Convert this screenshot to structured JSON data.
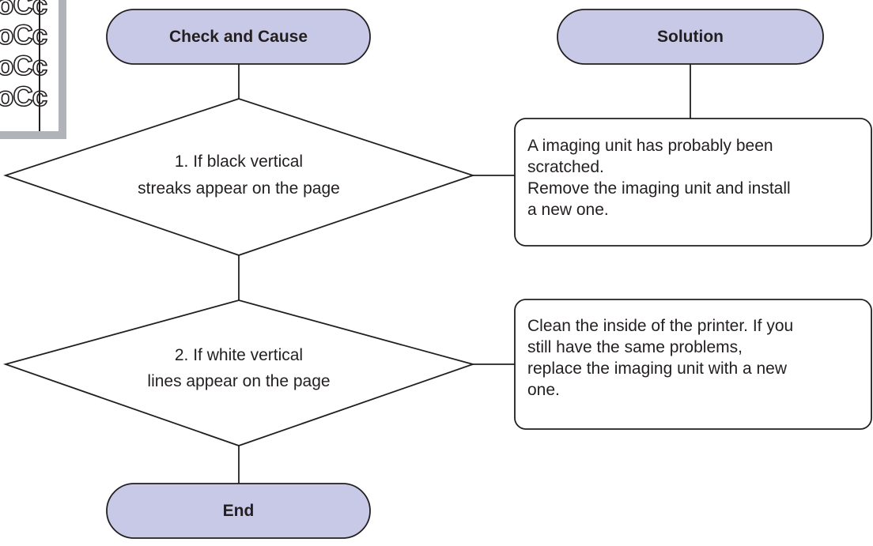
{
  "sample": {
    "lines": [
      "oCc",
      "oCc",
      "oCc",
      "oCc"
    ]
  },
  "headers": {
    "check": "Check and Cause",
    "solution": "Solution"
  },
  "steps": [
    {
      "cause_lines": [
        "1. If black vertical",
        "streaks appear on the page"
      ],
      "solution": [
        "A imaging unit has probably been",
        "scratched.",
        "Remove the imaging unit and install",
        "a new one."
      ]
    },
    {
      "cause_lines": [
        "2. If white vertical",
        "lines appear on the page"
      ],
      "solution": [
        "Clean the inside of the printer. If you",
        "still have the same problems,",
        "replace the imaging unit with a new",
        "one."
      ]
    }
  ],
  "end": "End",
  "colors": {
    "pill_fill": "#c7c9e6",
    "stroke": "#231f20",
    "sample_frame": "#b0b3b8"
  }
}
